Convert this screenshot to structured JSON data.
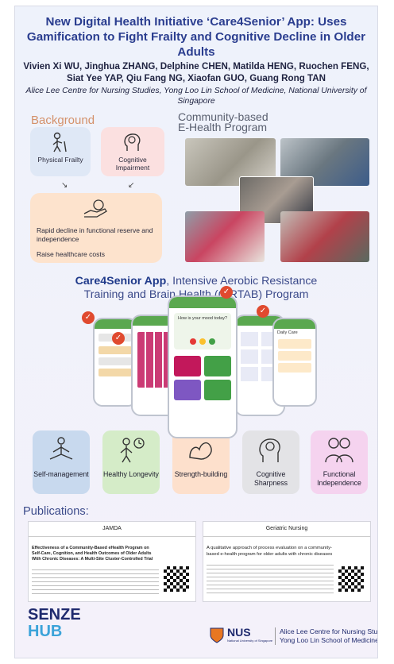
{
  "title": "New Digital Health Initiative ‘Care4Senior’ App: Uses Gamification to Fight Frailty and Cognitive Decline in Older Adults",
  "authors": "Vivien Xi WU, Jinghua ZHANG, Delphine CHEN, Matilda HENG, Ruochen FENG, Siat Yee YAP, Qiu Fang NG, Xiaofan GUO, Guang Rong TAN",
  "affiliation": "Alice Lee Centre for Nursing Studies, Yong Loo Lin School of Medicine, National University of Singapore",
  "background": {
    "heading": "Background",
    "physical": "Physical Frailty",
    "cognitive": "Cognitive Impairment",
    "outcome1": "Rapid decline in functional reserve and independence",
    "outcome2": "Raise healthcare costs"
  },
  "program": {
    "heading_line1": "Community-based",
    "heading_line2": "E-Health Program"
  },
  "app": {
    "name": "Care4Senior App",
    "rest_line1": ", Intensive Aerobic Resistance",
    "line2": "Training and Brain Health (CIRTAB) Program",
    "screen_header": "Daily Care",
    "screen_question": "How is your mood today?"
  },
  "benefits": [
    {
      "label": "Self-management",
      "color": "#c8d9ee"
    },
    {
      "label": "Healthy Longevity",
      "color": "#d5ecc8"
    },
    {
      "label": "Strength-building",
      "color": "#fde0cc"
    },
    {
      "label": "Cognitive Sharpness",
      "color": "#e3e3e6"
    },
    {
      "label": "Functional Independence",
      "color": "#f5d3ef"
    }
  ],
  "publications": {
    "heading": "Publications:",
    "paper1": {
      "journal": "JAMDA",
      "title": "Effectiveness of a Community-Based eHealth Program on Self-Care, Cognition, and Health Outcomes of Older Adults With Chronic Diseases: A Multi-Site Cluster-Controlled Trial"
    },
    "paper2": {
      "journal": "Geriatric Nursing",
      "title": "A qualitative approach of process evaluation on a community-based e-health program for older adults with chronic diseases"
    }
  },
  "footer": {
    "senze_line1": "SENZE",
    "senze_line2": "HUB",
    "nus": "NUS",
    "nus_sub": "National University of Singapore",
    "centre_line1": "Alice Lee Centre for Nursing Studies",
    "centre_line2": "Yong Loo Lin School of Medicine"
  },
  "colors": {
    "title": "#2a3d8f",
    "accent_orange": "#d4916a",
    "app_green": "#5aa84f",
    "check_red": "#e04a2f"
  }
}
